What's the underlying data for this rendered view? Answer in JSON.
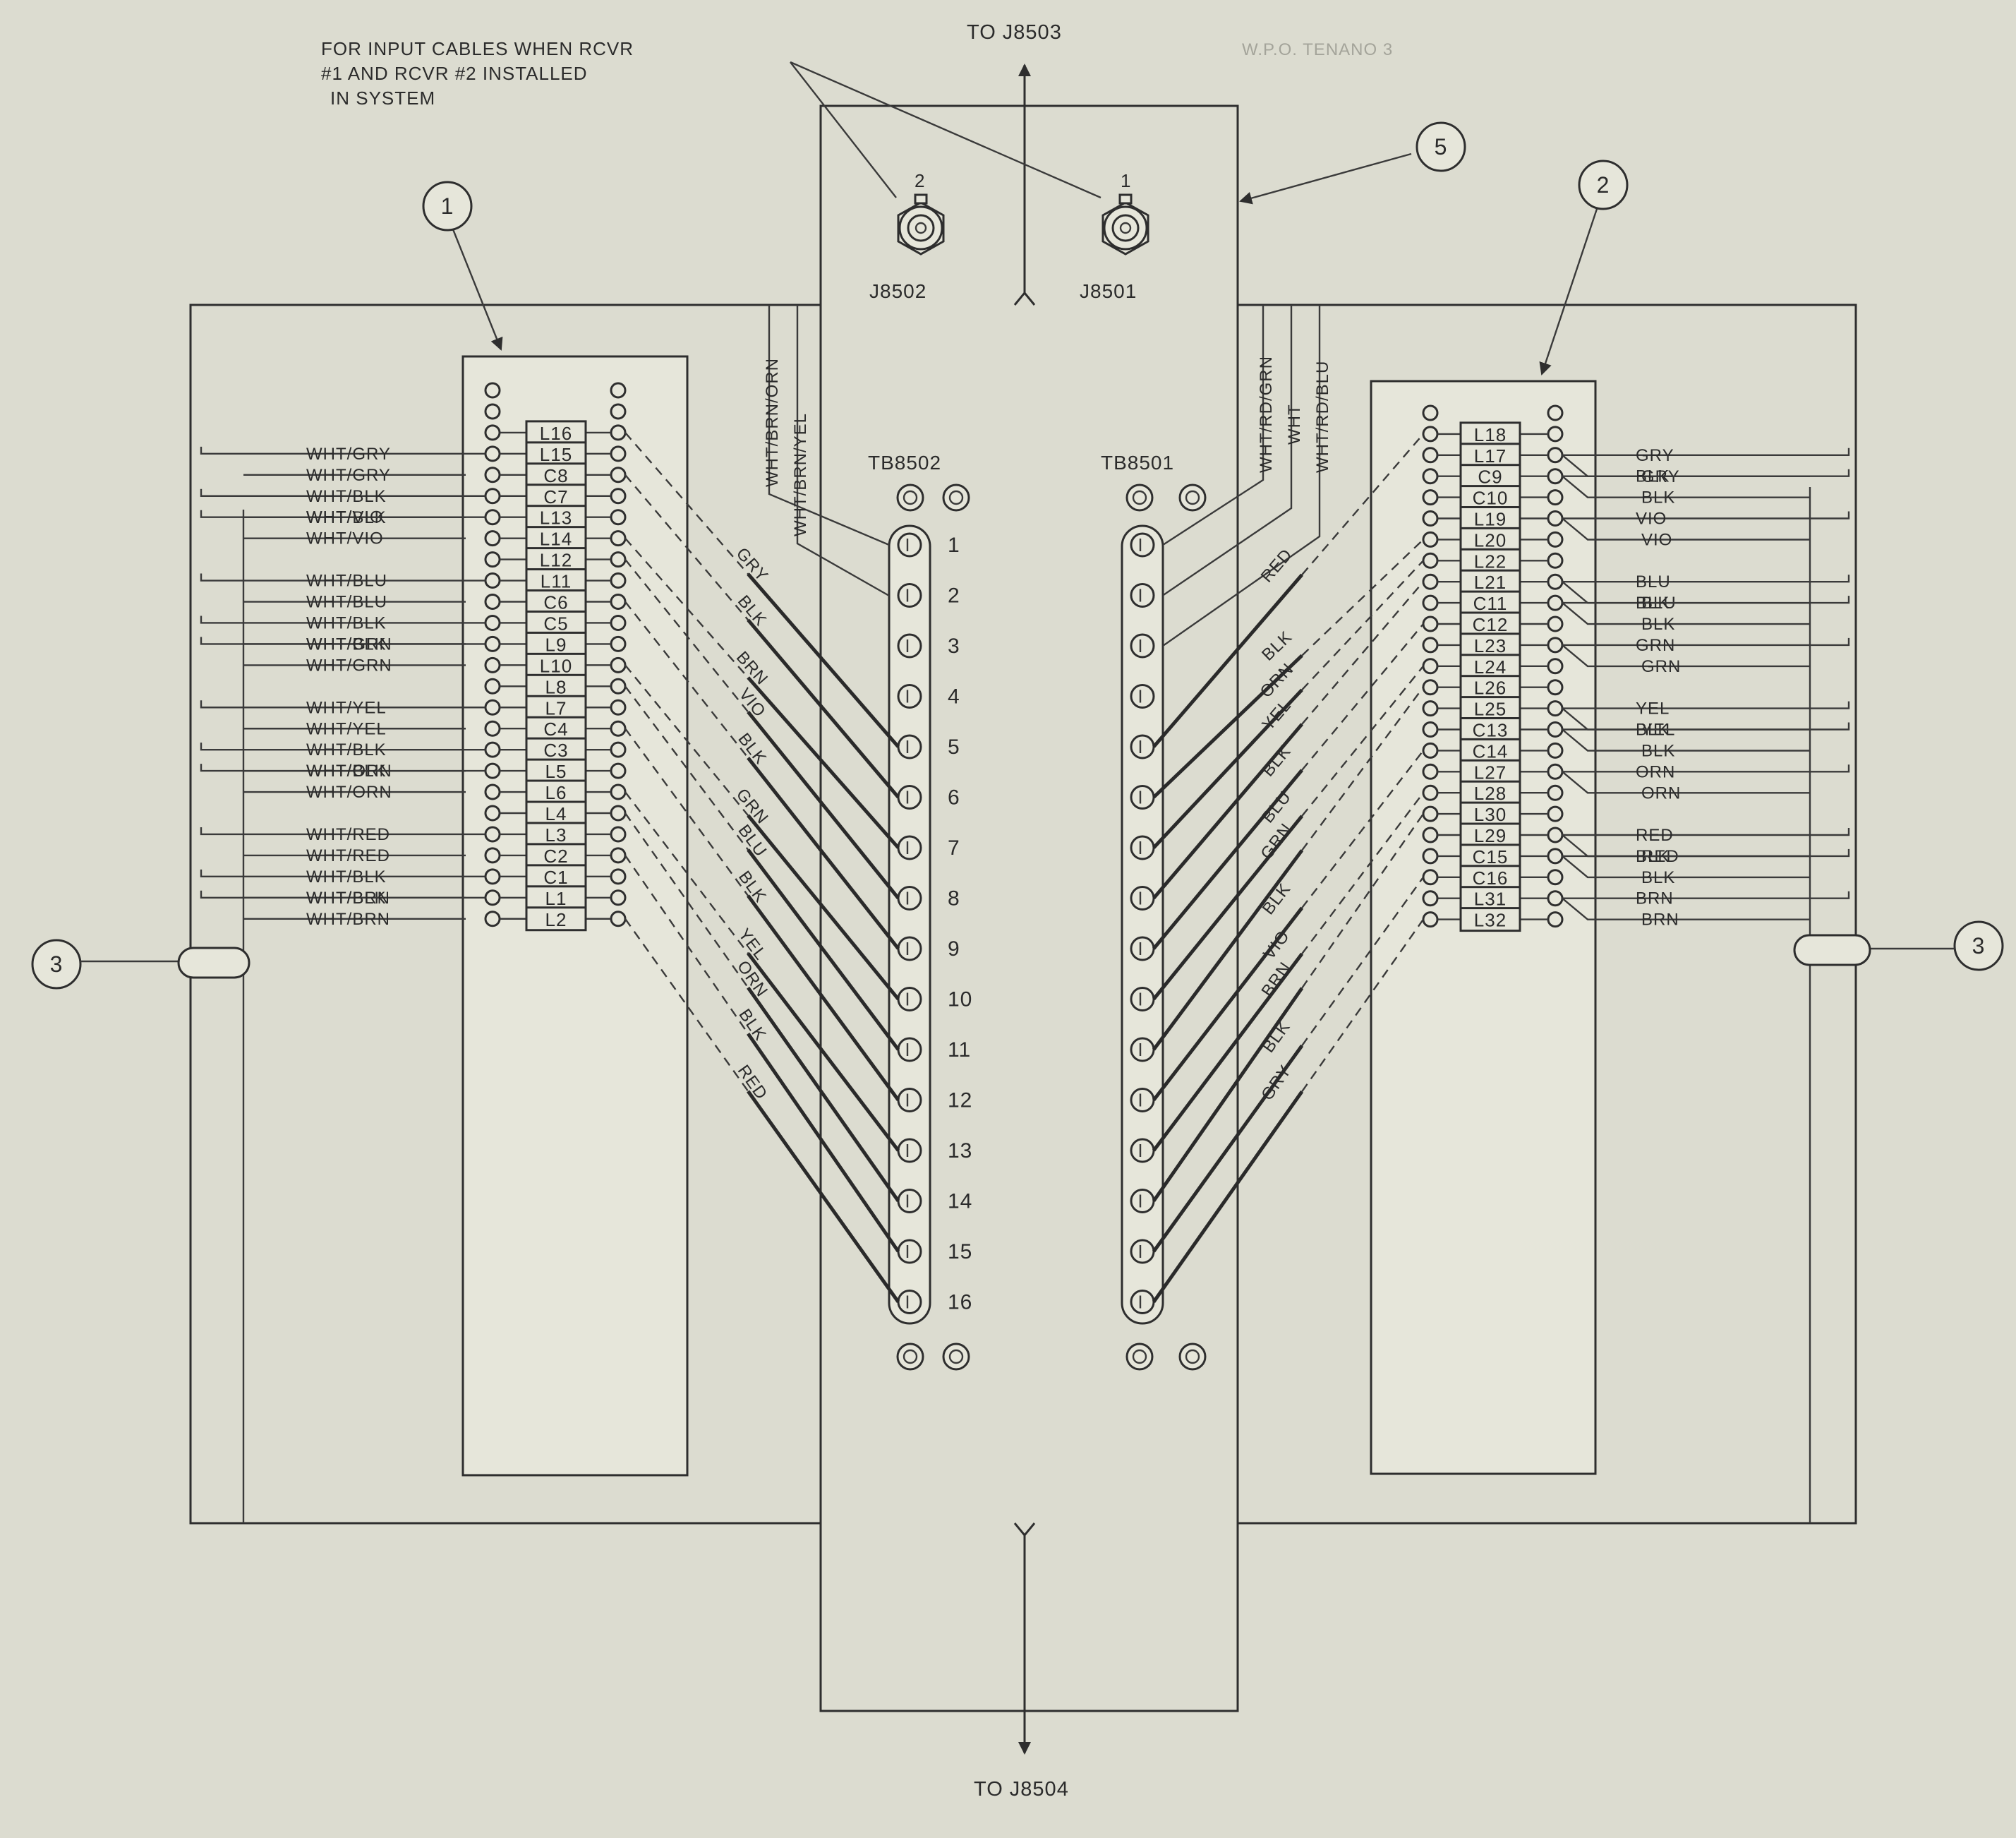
{
  "note": [
    "FOR INPUT CABLES WHEN RCVR",
    "#1 AND RCVR #2 INSTALLED",
    "IN SYSTEM"
  ],
  "stamp": "W.P.O. TENANO 3",
  "callouts": {
    "c1": "1",
    "c2": "2",
    "c3_left": "3",
    "c3_right": "3",
    "c5": "5"
  },
  "destinations": {
    "top": "TO J8503",
    "bottom": "TO J8504"
  },
  "connectors": [
    {
      "ref": "J8502",
      "number": "2"
    },
    {
      "ref": "J8501",
      "number": "1"
    }
  ],
  "terminal_boards": {
    "left": "TB8502",
    "right": "TB8501"
  },
  "terminal_numbers": [
    "1",
    "2",
    "3",
    "4",
    "5",
    "6",
    "7",
    "8",
    "9",
    "10",
    "11",
    "12",
    "13",
    "14",
    "15",
    "16"
  ],
  "coax_labels": {
    "left": [
      "WHT/BRN/ORN",
      "WHT/BRN/YEL"
    ],
    "right": [
      "WHT/RD/GRN",
      "WHT",
      "WHT/RD/BLU"
    ]
  },
  "left_board": {
    "components": [
      "",
      "",
      "L16",
      "L15",
      "C8",
      "C7",
      "L13",
      "L14",
      "L12",
      "L11",
      "C6",
      "C5",
      "L9",
      "L10",
      "L8",
      "L7",
      "C4",
      "C3",
      "L5",
      "L6",
      "L4",
      "L3",
      "C2",
      "C1",
      "L1",
      "L2"
    ],
    "wire_labels": [
      "WHT/GRY",
      "WHT/GRY",
      "WHT/BLK",
      "WHT/BLK",
      "WHT/VIO",
      "WHT/VIO",
      "WHT/BLU",
      "WHT/BLU",
      "WHT/BLK",
      "WHT/BLK",
      "WHT/GRN",
      "WHT/GRN",
      "WHT/YEL",
      "WHT/YEL",
      "WHT/BLK",
      "WHT/BLK",
      "WHT/ORN",
      "WHT/ORN",
      "WHT/RED",
      "WHT/RED",
      "WHT/BLK",
      "WHT/BLK",
      "WHT/BRN",
      "WHT/BRN"
    ]
  },
  "right_board": {
    "components": [
      "",
      "L18",
      "L17",
      "C9",
      "C10",
      "L19",
      "L20",
      "L22",
      "L21",
      "C11",
      "C12",
      "L23",
      "L24",
      "L26",
      "L25",
      "C13",
      "C14",
      "L27",
      "L28",
      "L30",
      "L29",
      "C15",
      "C16",
      "L31",
      "L32"
    ],
    "wire_labels": [
      "GRY",
      "GRY",
      "BLK",
      "BLK",
      "VIO",
      "VIO",
      "BLU",
      "BLU",
      "BLK",
      "BLK",
      "GRN",
      "GRN",
      "YEL",
      "YEL",
      "BLK",
      "BLK",
      "ORN",
      "ORN",
      "RED",
      "RED",
      "BLK",
      "BLK",
      "BRN",
      "BRN"
    ]
  },
  "left_jumpers": [
    "GRY",
    "BLK",
    "BRN",
    "VIO",
    "BLK",
    "GRN",
    "BLU",
    "BLK",
    "YEL",
    "ORN",
    "BLK",
    "RED"
  ],
  "right_jumpers": [
    "RED",
    "BLK",
    "ORN",
    "YEL",
    "BLK",
    "BLU",
    "GRN",
    "BLK",
    "VIO",
    "BRN",
    "BLK",
    "GRY"
  ]
}
